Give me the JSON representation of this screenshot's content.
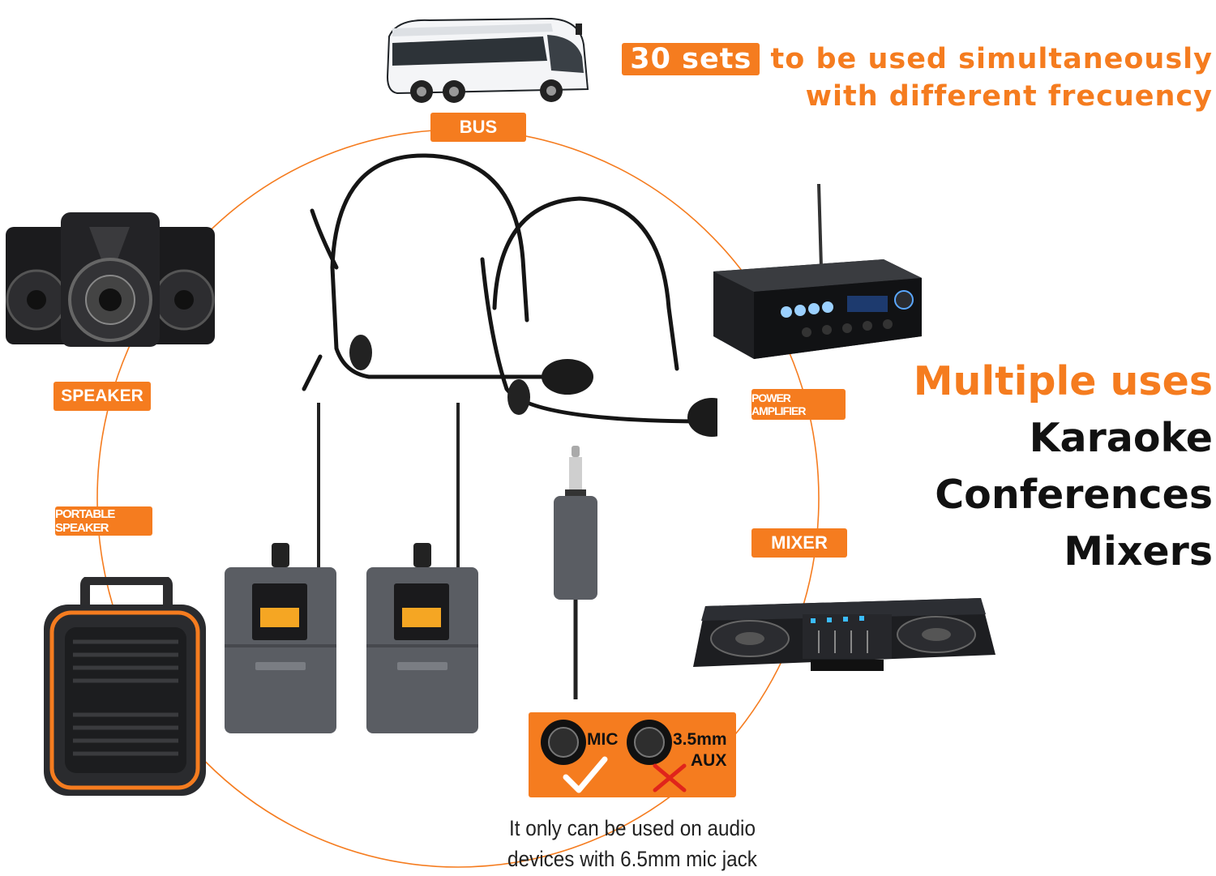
{
  "headline": {
    "highlight": "30 sets",
    "line1_rest": "to be used simultaneously",
    "line2": "with different frecuency"
  },
  "uses": {
    "title": "Multiple uses",
    "items": [
      "Karaoke",
      "Conferences",
      "Mixers"
    ]
  },
  "tags": {
    "bus": "BUS",
    "speaker": "SPEAKER",
    "portable_speaker": "PORTABLE SPEAKER",
    "power_amplifier": "POWER AMPLIFIER",
    "mixer": "MIXER"
  },
  "jack_box": {
    "mic_label": "MIC",
    "aux_label_1": "3.5mm",
    "aux_label_2": "AUX"
  },
  "note": {
    "line1": "It only can be used on audio",
    "line2": "devices with 6.5mm mic jack"
  },
  "colors": {
    "accent": "#f57c1f",
    "text_dark": "#111111",
    "device_gray": "#5a5d63",
    "cross_red": "#e0241b"
  }
}
